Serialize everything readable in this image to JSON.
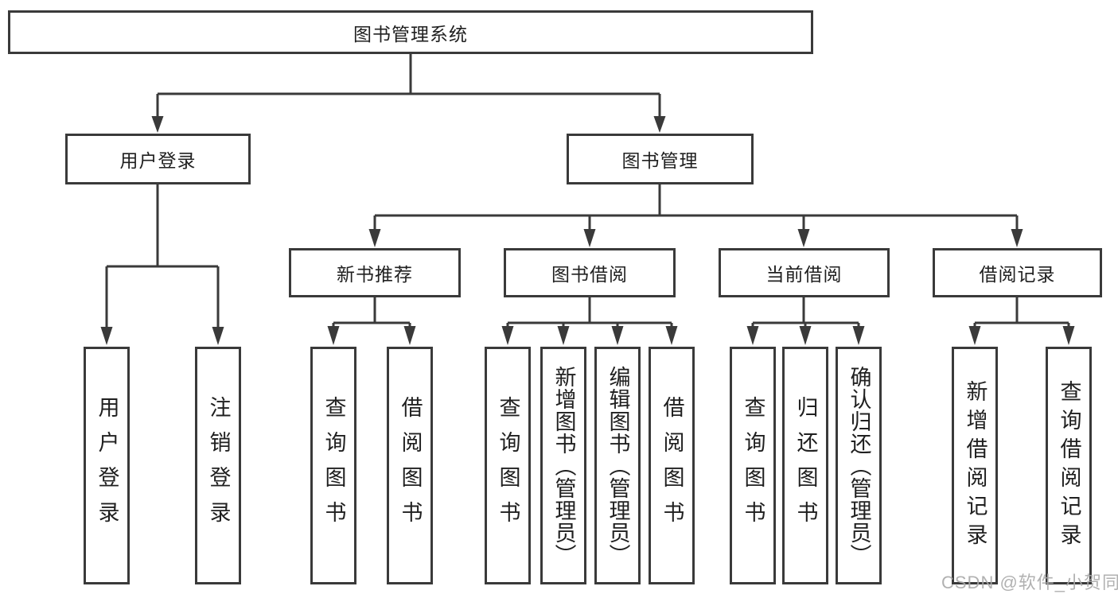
{
  "tree": {
    "label": "图书管理系统",
    "children": [
      {
        "label": "用户登录",
        "children": [
          {
            "label": "用户登录"
          },
          {
            "label": "注销登录"
          }
        ]
      },
      {
        "label": "图书管理",
        "children": [
          {
            "label": "新书推荐",
            "children": [
              {
                "label": "查询图书"
              },
              {
                "label": "借阅图书"
              }
            ]
          },
          {
            "label": "图书借阅",
            "children": [
              {
                "label": "查询图书"
              },
              {
                "label": "新增图书（管理员）"
              },
              {
                "label": "编辑图书（管理员）"
              },
              {
                "label": "借阅图书"
              }
            ]
          },
          {
            "label": "当前借阅",
            "children": [
              {
                "label": "查询图书"
              },
              {
                "label": "归还图书"
              },
              {
                "label": "确认归还（管理员）"
              }
            ]
          },
          {
            "label": "借阅记录",
            "children": [
              {
                "label": "新增借阅记录"
              },
              {
                "label": "查询借阅记录"
              }
            ]
          }
        ]
      }
    ]
  },
  "watermark": "CSDN @软件_小贺同学",
  "colors": {
    "line": "#3a3a3a",
    "text": "#202020",
    "box_background": "#ffffff",
    "page_background": "#ffffff",
    "watermark": "#a8a8a8"
  }
}
